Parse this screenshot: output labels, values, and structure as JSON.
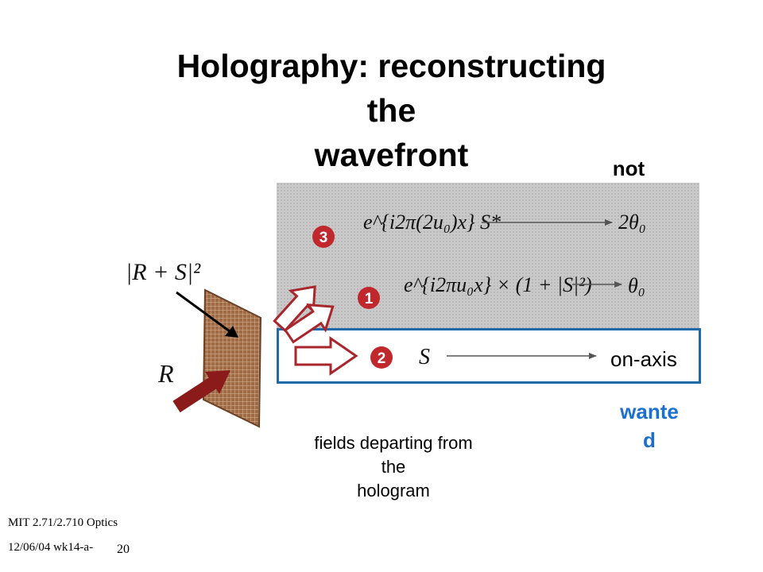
{
  "slide": {
    "title_line1": "Holography: reconstructing",
    "title_line2": "the",
    "title_line3": "wavefront",
    "not_wanted_line1": "not",
    "not_wanted_line2": "wanted",
    "wanted_line1": "wante",
    "wanted_line2": "d",
    "on_axis": "on-axis",
    "caption_line1": "fields departing from",
    "caption_line2": "the",
    "caption_line3": "hologram",
    "footer_course": "MIT 2.71/2.710 Optics",
    "footer_date": "12/06/04 wk14-a-",
    "page_number": "20"
  },
  "diagram": {
    "intensity_label": "|R + S|²",
    "reference_label": "R",
    "beam1": {
      "marker": "1",
      "field": "e^{i2πu₀x} × (1 + |S|²)",
      "angle": "θ₀"
    },
    "beam2": {
      "marker": "2",
      "field": "S"
    },
    "beam3": {
      "marker": "3",
      "field": "e^{i2π(2u₀)x} S*",
      "angle": "2θ₀"
    }
  },
  "colors": {
    "marker": "#c0282e",
    "arrow_outline": "#a8262c",
    "reference_arrow": "#8b1a1a",
    "hologram": "#a06a45",
    "wanted": "#1a6fd0",
    "box_border": "#1f6aa8"
  }
}
